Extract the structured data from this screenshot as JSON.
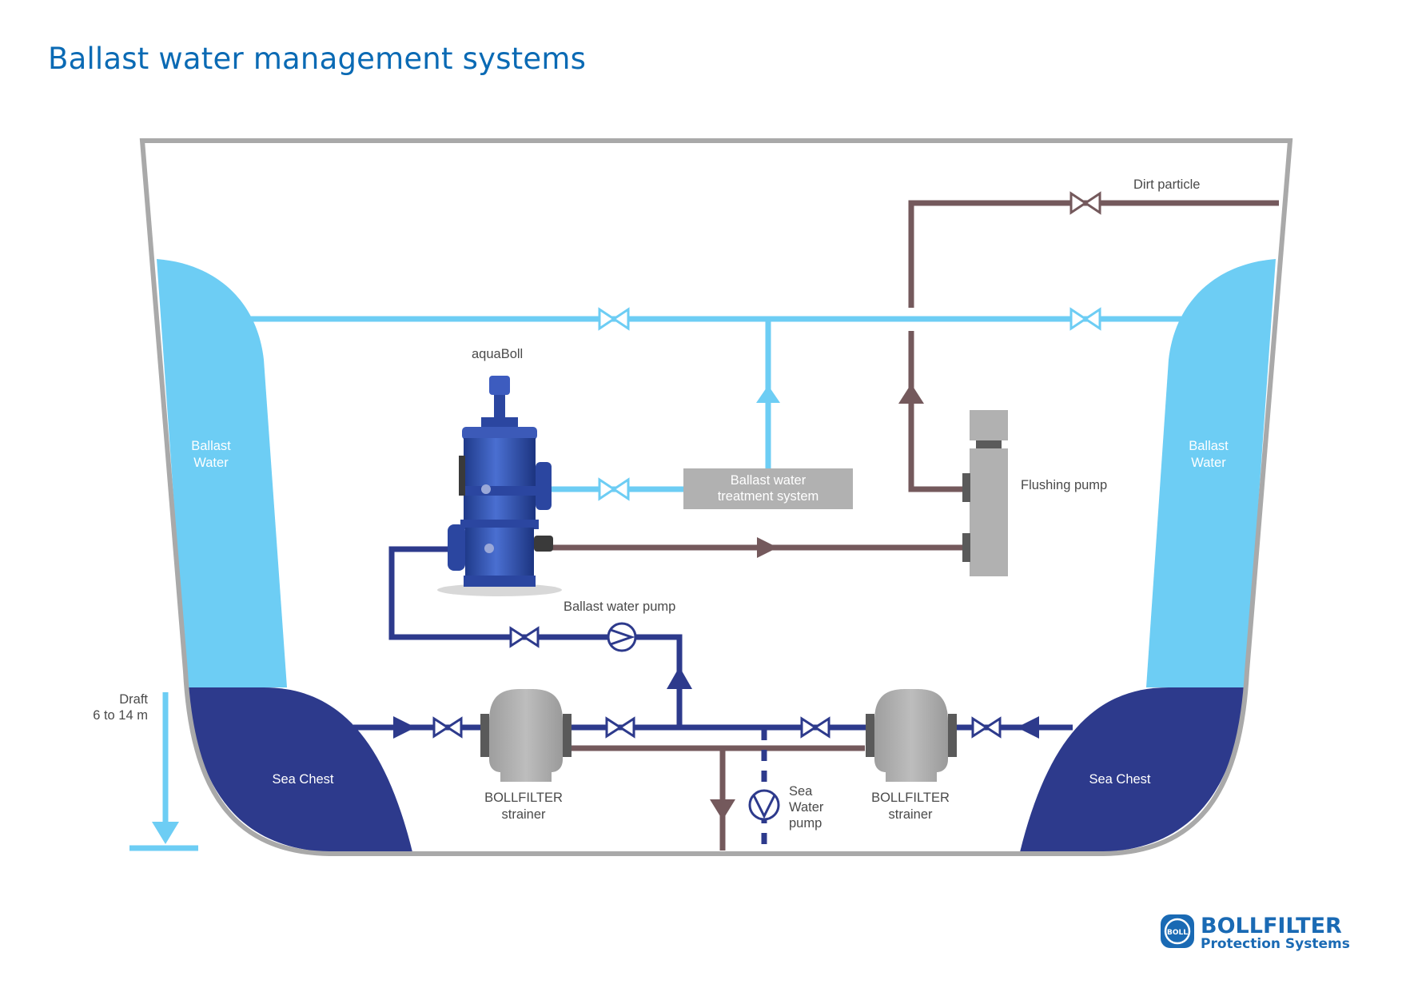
{
  "title": "Ballast water management systems",
  "colors": {
    "light_blue": "#6dcdf4",
    "dark_blue": "#2d3a8c",
    "brown": "#74595c",
    "gray": "#b1b1b1",
    "hull": "#a9a9a9",
    "title_blue": "#0a6ab4"
  },
  "labels": {
    "dirt_particle": "Dirt particle",
    "aquaboll": "aquaBoll",
    "bwts_line1": "Ballast water",
    "bwts_line2": "treatment system",
    "flushing_pump": "Flushing pump",
    "ballast_water_pump": "Ballast water pump",
    "ballast_left_1": "Ballast",
    "ballast_left_2": "Water",
    "ballast_right_1": "Ballast",
    "ballast_right_2": "Water",
    "draft_1": "Draft",
    "draft_2": "6 to 14 m",
    "sea_chest_left": "Sea Chest",
    "sea_chest_right": "Sea Chest",
    "strainer_left_1": "BOLLFILTER",
    "strainer_left_2": "strainer",
    "strainer_right_1": "BOLLFILTER",
    "strainer_right_2": "strainer",
    "sea_water_pump_1": "Sea",
    "sea_water_pump_2": "Water",
    "sea_water_pump_3": "pump"
  },
  "logo": {
    "name": "BOLLFILTER",
    "tagline": "Protection Systems",
    "mark": "BOLL"
  }
}
